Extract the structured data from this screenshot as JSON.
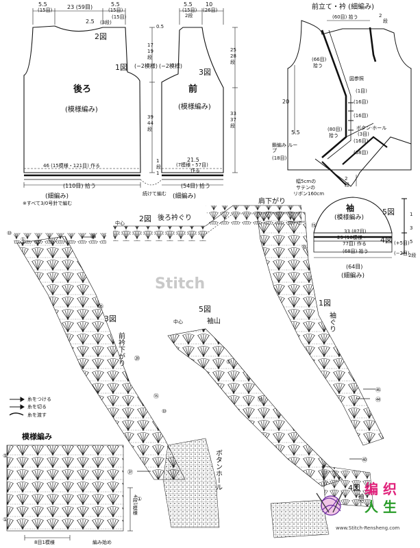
{
  "back": {
    "title": "後ろ",
    "pattern": "(模様編み)",
    "top_left_cm": "5.5",
    "top_left_rows": "(15目)",
    "top_mid_cm": "23 (59目)",
    "top_mid_rows": "(15目)",
    "top_right_cm": "5.5",
    "top_right_rows": "(15目)",
    "neck_drop": "2.5",
    "neck_rows": "(3段)",
    "fig_label": "2図",
    "shoulder_note": "(−2模様)",
    "chain_note": "46 (15模様・121目) 作る",
    "bottom_pickup": "(110目) 拾う",
    "border": "(細編み)",
    "needle_note": "※すべて3/0号針で編む"
  },
  "front": {
    "title": "前",
    "pattern": "(模様編み)",
    "top_left_cm": "5.5",
    "top_left_rows": "(15目)",
    "top_right_cm": "10",
    "top_right_rows": "(26目)",
    "fig1": "1図",
    "fig3": "3図",
    "shoulder_note": "(−2模様)",
    "chain_cm": "21.5",
    "chain_note": "(7模様・57目)",
    "chain_make": "作る",
    "bottom_pickup": "(54目) 拾う",
    "border": "(細編み)",
    "join_note": "続けて編む",
    "rows_17": "17",
    "rows_19": "19",
    "rows_dan": "段",
    "rows_39": "39",
    "rows_44": "44",
    "rows_dan2": "段",
    "rows_25": "25",
    "rows_28": "28",
    "rows_dan3": "段",
    "rows_33": "33",
    "rows_37": "37",
    "rows_dan4": "段",
    "side_05": "0.5",
    "side_1": "1",
    "side_dan": "段",
    "side_1b": "1",
    "side_2": "2段"
  },
  "collar": {
    "title": "前立て・衿 (細編み)",
    "pickup_top": "(60目) 拾う",
    "top_2": "2",
    "top_dan": "段",
    "pickup_left": "(66目)",
    "pickup_left2": "拾う",
    "ref": "図参照",
    "r1": "(1目)",
    "r16a": "(16目)",
    "r16b": "(16目)",
    "buttonhole": "ボタン·ホール",
    "bh_3": "(3目)",
    "r16c": "(16目)",
    "r38": "(38目)",
    "pickup_80": "(80目)",
    "pickup_80b": "拾う",
    "side_20": "20",
    "side_55": "5.5",
    "loop_label": "鎖編み ループ",
    "loop_18": "(18目)",
    "bottom_2": "2",
    "bottom_dan": "段",
    "ribbon1": "幅5cmの",
    "ribbon2": "サテンの",
    "ribbon3": "リボン160cm"
  },
  "sleeve": {
    "title": "袖",
    "pattern": "(模様編み)",
    "fig5": "5図",
    "fig4": "4図",
    "line1": "33 (87目)",
    "line2": "29 (10模様・",
    "line3": "77目) 作る",
    "line4": "(68目) 拾う",
    "width": "(64目)",
    "border": "(細編み)",
    "plus5": "(+5目)",
    "minus2": "(−2目)",
    "r1": "1",
    "r3": "3",
    "r5": "5",
    "r2": "2段"
  },
  "chart": {
    "fig2": "2図",
    "back_neck": "後ろ衿ぐり",
    "shoulder": "肩下がり",
    "center": "中心",
    "fig1": "1図",
    "armhole": "袖ぐり",
    "fig3": "3図",
    "front_neck": "前衿下がり",
    "fig5": "5図",
    "center2": "中心",
    "cap": "袖山",
    "buttonhole": "ボタンホール",
    "fig4": "4図",
    "sleeve_lower": "袖下",
    "pattern_title": "模様編み",
    "repeat_1": "8目1模様",
    "repeat_2": "4段1模様",
    "chain_start": "編み始め",
    "legend_1": "糸をつける",
    "legend_2": "糸を切る",
    "legend_3": "糸を渡す",
    "num_1": "①",
    "num_5": "⑤",
    "num_10": "⑩",
    "num_15": "⑮",
    "num_20": "⑳",
    "num_25": "㉕",
    "num_28": "㉘",
    "num_37": "㊲",
    "num_40": "㊵",
    "num_44": "㊹",
    "num_45": "㊺"
  },
  "watermark": "Stitch",
  "logo": {
    "line1": "编 织",
    "line2": "人 生",
    "url": "www.Stitch-Rensheng.com"
  }
}
